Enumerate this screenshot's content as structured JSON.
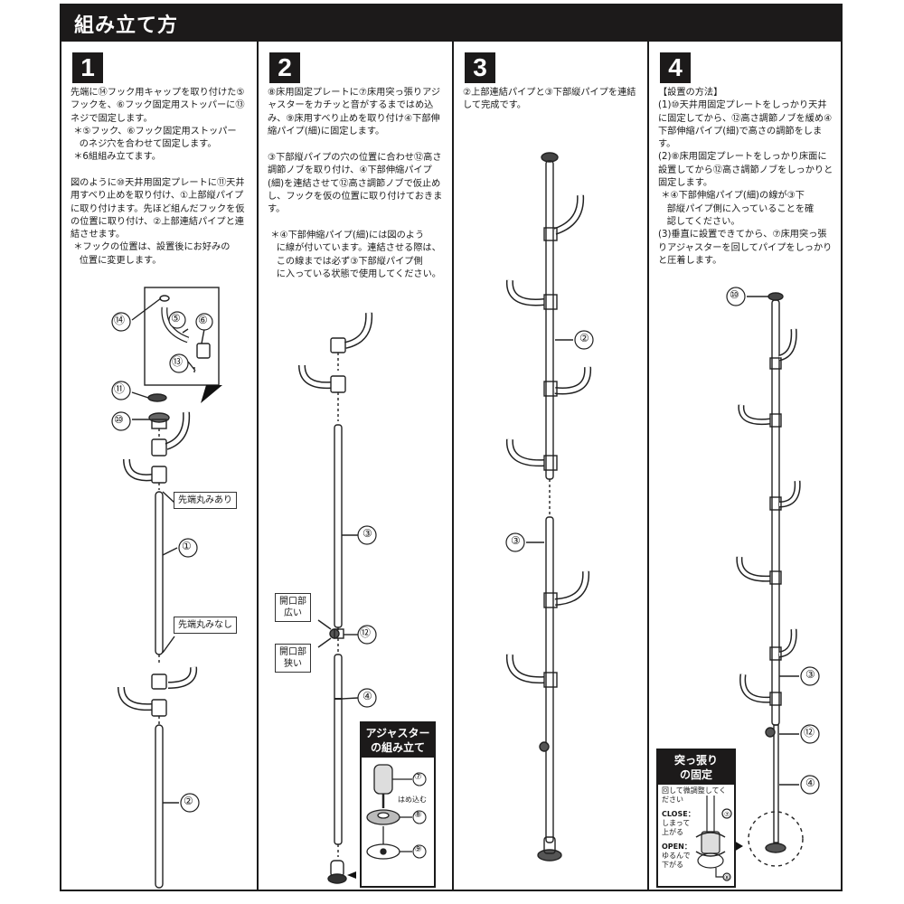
{
  "header": {
    "title": "組み立て方"
  },
  "steps": [
    {
      "number": "1",
      "paragraphs": [
        "先端に⑭フック用キャップを取り付けた⑤フックを、⑥フック固定用ストッパーに⑬ネジで固定します。\n ＊⑤フック、⑥フック固定用ストッパー\n   のネジ穴を合わせて固定します。\n ＊6組組み立てます。",
        "図のように⑩天井用固定プレートに⑪天井用すべり止めを取り付け、①上部縦パイプに取り付けます。先ほど組んだフックを仮の位置に取り付け、②上部連結パイプと連結させます。\n ＊フックの位置は、設置後にお好みの\n   位置に変更します。"
      ],
      "callouts": [
        "⑭",
        "⑤",
        "⑥",
        "⑬",
        "⑪",
        "⑩",
        "①",
        "②"
      ],
      "labels": {
        "tip_round": "先端丸みあり",
        "tip_flat": "先端丸みなし"
      }
    },
    {
      "number": "2",
      "paragraphs": [
        "⑧床用固定プレートに⑦床用突っ張りアジャスターをカチッと音がするまではめ込み、⑨床用すべり止めを取り付け④下部伸縮パイプ(細)に固定します。",
        "③下部縦パイプの穴の位置に合わせ⑫高さ調節ノブを取り付け、④下部伸縮パイプ(細)を連結させて⑫高さ調節ノブで仮止めし、フックを仮の位置に取り付けておきます。",
        " ＊④下部伸縮パイプ(細)には図のよう\n   に線が付いています。連結させる際は、\n   この線までは必ず③下部縦パイプ側\n   に入っている状態で使用してください。"
      ],
      "callouts": [
        "③",
        "⑫",
        "④"
      ],
      "labels": {
        "opening_wide": "開口部\n広い",
        "opening_narrow": "開口部\n狭い"
      },
      "inset": {
        "title": "アジャスター\nの組み立て",
        "press_fit": "はめ込む",
        "callouts": [
          "⑦",
          "⑧",
          "⑨"
        ]
      }
    },
    {
      "number": "3",
      "paragraphs": [
        "②上部連結パイプと③下部縦パイプを連結して完成です。"
      ],
      "callouts": [
        "②",
        "③"
      ]
    },
    {
      "number": "4",
      "paragraphs": [
        "【設置の方法】\n(1)⑩天井用固定プレートをしっかり天井に固定してから、⑫高さ調節ノブを緩め④下部伸縮パイプ(細)で高さの調節をします。\n(2)⑧床用固定プレートをしっかり床面に設置してから⑫高さ調節ノブをしっかりと固定します。\n ＊④下部伸縮パイプ(細)の線が③下\n   部縦パイプ側に入っていることを確\n   認してください。\n(3)垂直に設置できてから、⑦床用突っ張りアジャスターを回してパイプをしっかりと圧着します。"
      ],
      "callouts": [
        "⑩",
        "③",
        "⑫",
        "④"
      ],
      "inset": {
        "title": "突っ張り\nの固定",
        "instruction": "回して微調整してください",
        "close_label": "CLOSE：",
        "close_desc": "しまって\n上がる",
        "open_label": "OPEN：",
        "open_desc": "ゆるんで\n下がる",
        "callouts": [
          "⑦",
          "⑧"
        ]
      }
    }
  ]
}
